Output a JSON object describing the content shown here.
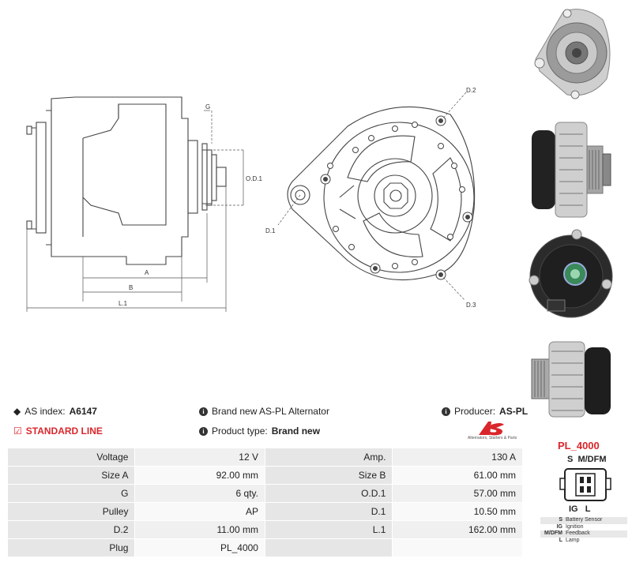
{
  "header": {
    "as_index_label": "AS index:",
    "as_index_value": "A6147",
    "line_label": "STANDARD LINE",
    "description": "Brand new AS-PL Alternator",
    "product_type_label": "Product type:",
    "product_type_value": "Brand new",
    "producer_label": "Producer:",
    "producer_value": "AS-PL",
    "brand_tagline": "Alternators, Starters & Parts"
  },
  "drawing": {
    "dim_g": "G",
    "dim_od1": "O.D.1",
    "dim_a": "A",
    "dim_b": "B",
    "dim_l1": "L.1",
    "dim_d1": "D.1",
    "dim_d2": "D.2",
    "dim_d3": "D.3"
  },
  "specs": [
    {
      "k1": "Voltage",
      "v1": "12 V",
      "k2": "Amp.",
      "v2": "130 A"
    },
    {
      "k1": "Size A",
      "v1": "92.00 mm",
      "k2": "Size B",
      "v2": "61.00 mm"
    },
    {
      "k1": "G",
      "v1": "6 qty.",
      "k2": "O.D.1",
      "v2": "57.00 mm"
    },
    {
      "k1": "Pulley",
      "v1": "AP",
      "k2": "D.1",
      "v2": "10.50 mm"
    },
    {
      "k1": "D.2",
      "v1": "11.00 mm",
      "k2": "L.1",
      "v2": "162.00 mm"
    },
    {
      "k1": "Plug",
      "v1": "PL_4000",
      "k2": "",
      "v2": ""
    }
  ],
  "plug": {
    "title": "PL_4000",
    "top_pins": "S  M/DFM",
    "bottom_pins": "IG   L",
    "legend": [
      {
        "code": "S",
        "desc": "Battery Sensor"
      },
      {
        "code": "IG",
        "desc": "Ignition"
      },
      {
        "code": "M/DFM",
        "desc": "Feedback"
      },
      {
        "code": "L",
        "desc": "Lamp"
      }
    ]
  }
}
